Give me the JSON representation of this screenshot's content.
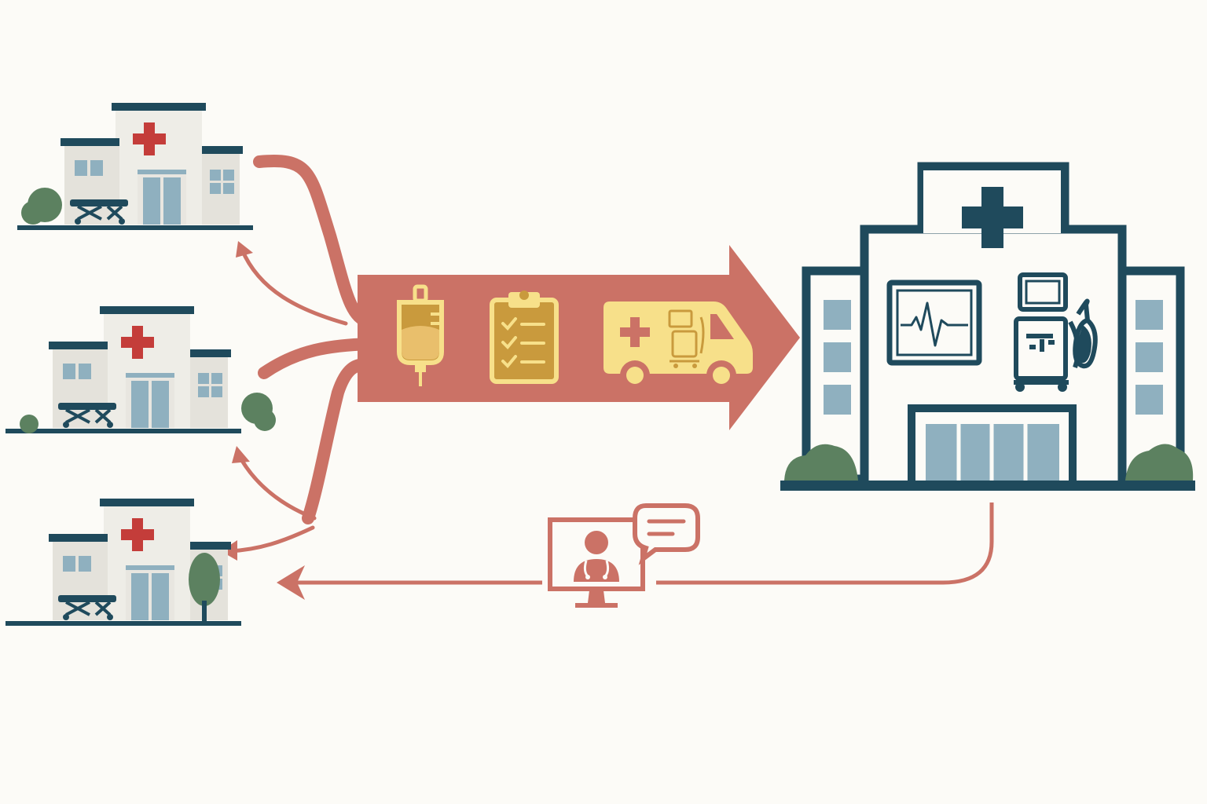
{
  "colors": {
    "background": "#fcfbf7",
    "navy": "#1f4a5c",
    "flow_red": "#cb7266",
    "cross_red": "#c43d3a",
    "window_blue": "#8fb0bf",
    "wall_light": "#eeede7",
    "wall_shadow": "#dcdad2",
    "tree_green": "#5c8160",
    "icon_yellow": "#f7e08a",
    "icon_gold": "#c99a3d"
  },
  "nodes": {
    "small_hospitals": [
      {
        "name": "small-hospital-top",
        "icon": "hospital-icon"
      },
      {
        "name": "small-hospital-middle",
        "icon": "hospital-icon"
      },
      {
        "name": "small-hospital-bottom",
        "icon": "hospital-icon"
      }
    ],
    "large_hospital": {
      "name": "large-hospital",
      "icon": "hospital-icon"
    }
  },
  "transfer_icons": [
    "iv-bag-icon",
    "clipboard-checklist-icon",
    "ambulance-icon"
  ],
  "large_hospital_equipment": [
    "heart-monitor-icon",
    "ventilator-icon"
  ],
  "return_link": {
    "icon": "telemedicine-doctor-icon",
    "bubble": "chat-bubble-icon"
  }
}
